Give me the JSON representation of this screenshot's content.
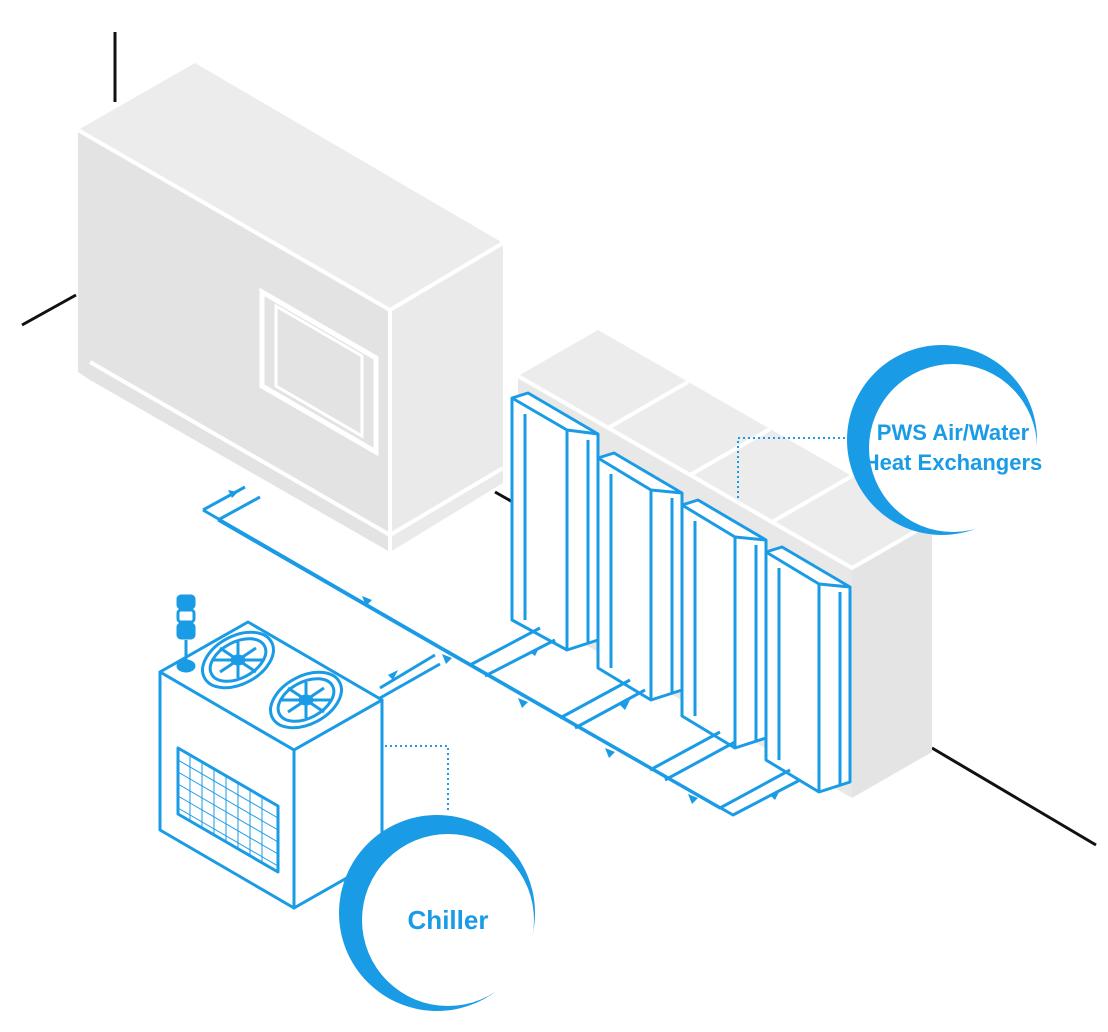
{
  "diagram": {
    "labels": {
      "heat_exchangers_line1": "PWS Air/Water",
      "heat_exchangers_line2": "Heat Exchangers",
      "chiller": "Chiller"
    },
    "colors": {
      "accent": "#1a9be6",
      "cabinet_fill": "#e7e7e8",
      "line": "#111111",
      "background": "#ffffff"
    }
  }
}
